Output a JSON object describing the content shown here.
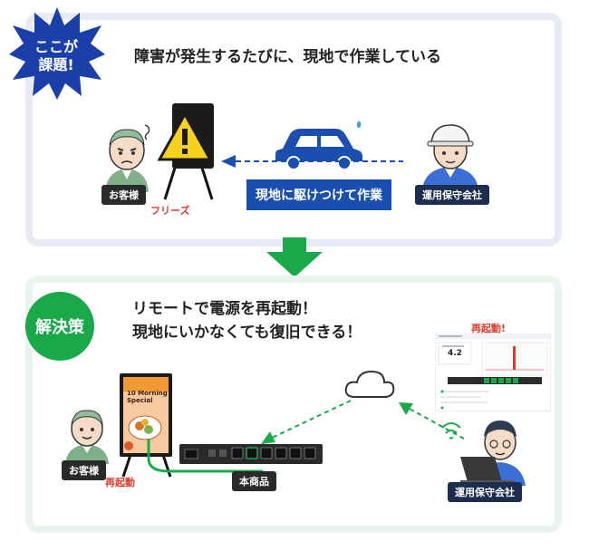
{
  "problem": {
    "badge_line1": "ここが",
    "badge_line2": "課題!",
    "title": "障害が発生するたびに、現地で作業している",
    "customer_label": "お客様",
    "freeze_label": "フリーズ",
    "action_label": "現地に駆けつけて作業",
    "maintenance_label": "運用保守会社"
  },
  "solution": {
    "badge": "解決策",
    "title_line1": "リモートで電源を再起動！",
    "title_line2": "現地にいかなくても復旧できる！",
    "dashboard_caption": "再起動!",
    "dashboard_value": "4.2",
    "signage_title": "10 Morning Special",
    "customer_label": "お客様",
    "signage_restart_label": "再起動",
    "product_label": "本商品",
    "maintenance_label": "運用保守会社"
  },
  "colors": {
    "navy": "#1a4fb0",
    "green": "#19a94a",
    "red": "#e03a2c",
    "warning_yellow": "#f7d21c",
    "top_border": "#e6ebf7",
    "bottom_border": "#e9f5ec"
  }
}
